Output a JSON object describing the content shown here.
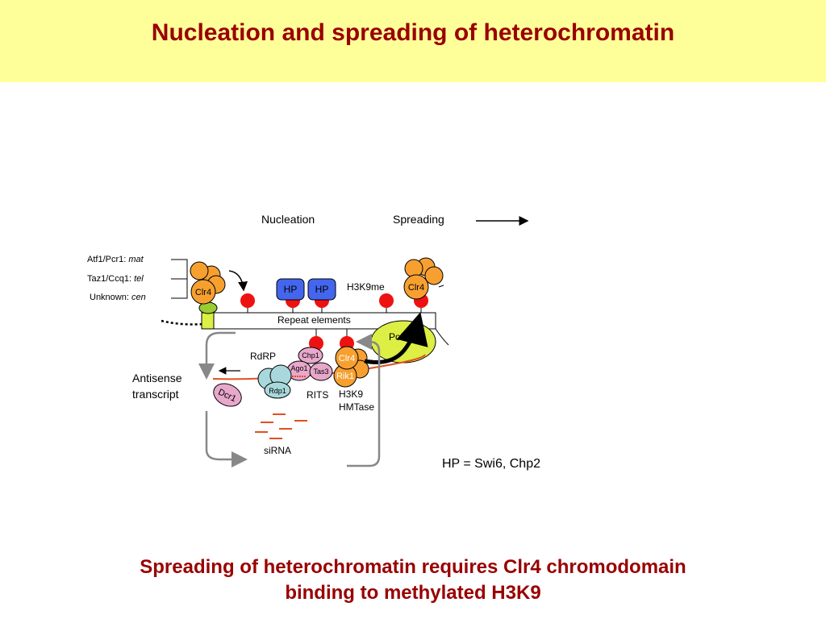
{
  "title": "Nucleation and spreading of heterochromatin",
  "caption": {
    "line1": "Spreading of heterochromatin requires Clr4 chromodomain",
    "line2": "binding to methylated H3K9"
  },
  "diagram": {
    "nucleation": "Nucleation",
    "spreading": "Spreading",
    "site_labels": [
      {
        "prefix": "Atf1/Pcr1: ",
        "locus": "mat"
      },
      {
        "prefix": "Taz1/Ccq1: ",
        "locus": "tel"
      },
      {
        "prefix": "Unknown: ",
        "locus": "cen"
      }
    ],
    "clr4": "Clr4",
    "hp": "HP",
    "h3k9me": "H3K9me",
    "repeat_elements": "Repeat elements",
    "pol2": "Pol II",
    "rdrp": "RdRP",
    "chp1": "Chp1",
    "ago1": "Ago1",
    "tas3": "Tas3",
    "rdp1": "Rdp1",
    "rits": "RITS",
    "rik1": "Rik1",
    "h3k9_hmtase_1": "H3K9",
    "h3k9_hmtase_2": "HMTase",
    "antisense_1": "Antisense",
    "antisense_2": "transcript",
    "dcr1": "Dcr1",
    "sirna": "siRNA",
    "hp_note": "HP = Swi6, Chp2"
  },
  "colors": {
    "title_band": "#ffff99",
    "title_text": "#990000",
    "clr4_orange": "#f7a030",
    "hp_blue": "#4466ee",
    "mark_red": "#ee1111",
    "pol2_green": "#ddee44",
    "rits_pink": "#e8a8cc",
    "rdrp_teal": "#a8d8dc"
  }
}
